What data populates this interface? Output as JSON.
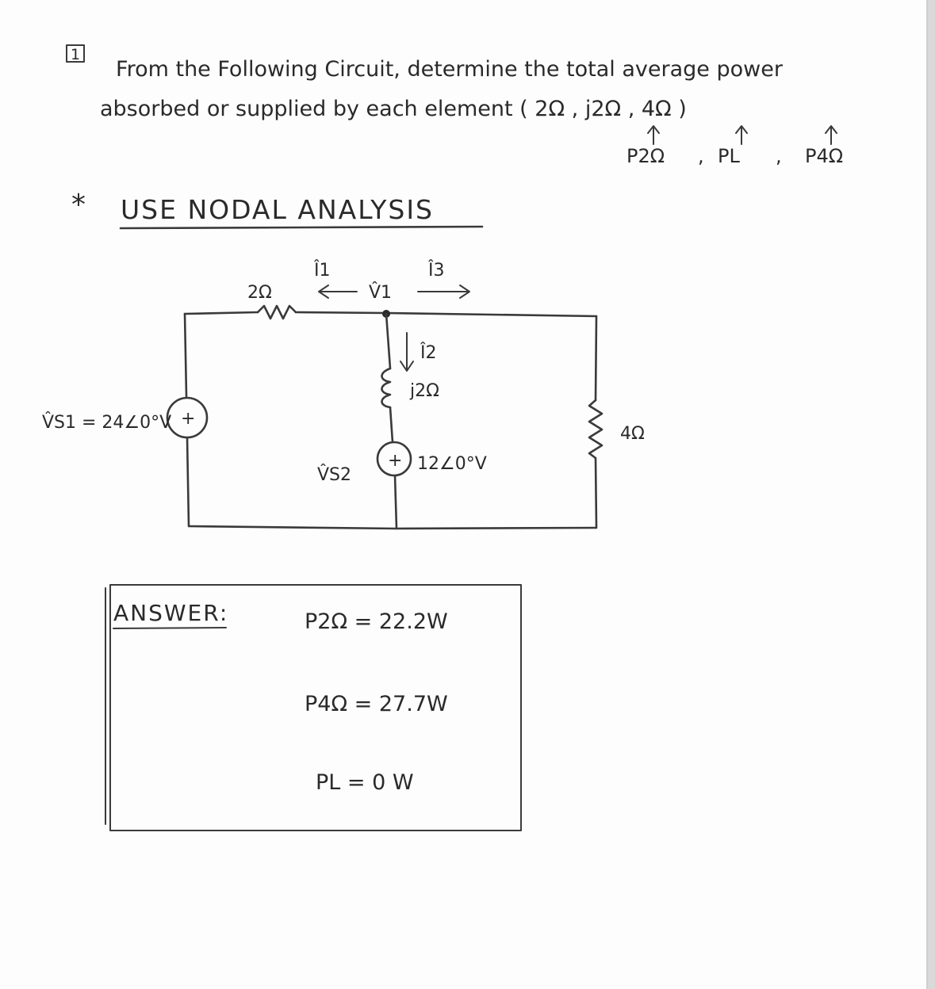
{
  "problem": {
    "number": "1",
    "line1": "From the Following Circuit, determine the total average power",
    "line2": "absorbed or supplied by each element ( 2Ω , j2Ω , 4Ω )",
    "targets": [
      "P2Ω",
      "PL",
      "P4Ω"
    ]
  },
  "method": {
    "star": "*",
    "text": "USE NODAL ANALYSIS"
  },
  "circuit": {
    "r1_label": "2Ω",
    "i1_label": "Î1",
    "v1_label": "V̂1",
    "i3_label": "Î3",
    "i2_label": "Î2",
    "l_label": "j2Ω",
    "vs1_label": "V̂S1 = 24∠0°V",
    "vs2_label": "V̂S2",
    "vs2_value": "12∠0°V",
    "r2_label": "4Ω",
    "source_sign": "+"
  },
  "answer": {
    "heading": "ANSWER:",
    "p2": "P2Ω = 22.2W",
    "p4": "P4Ω = 27.7W",
    "pl": "PL = 0 W"
  }
}
